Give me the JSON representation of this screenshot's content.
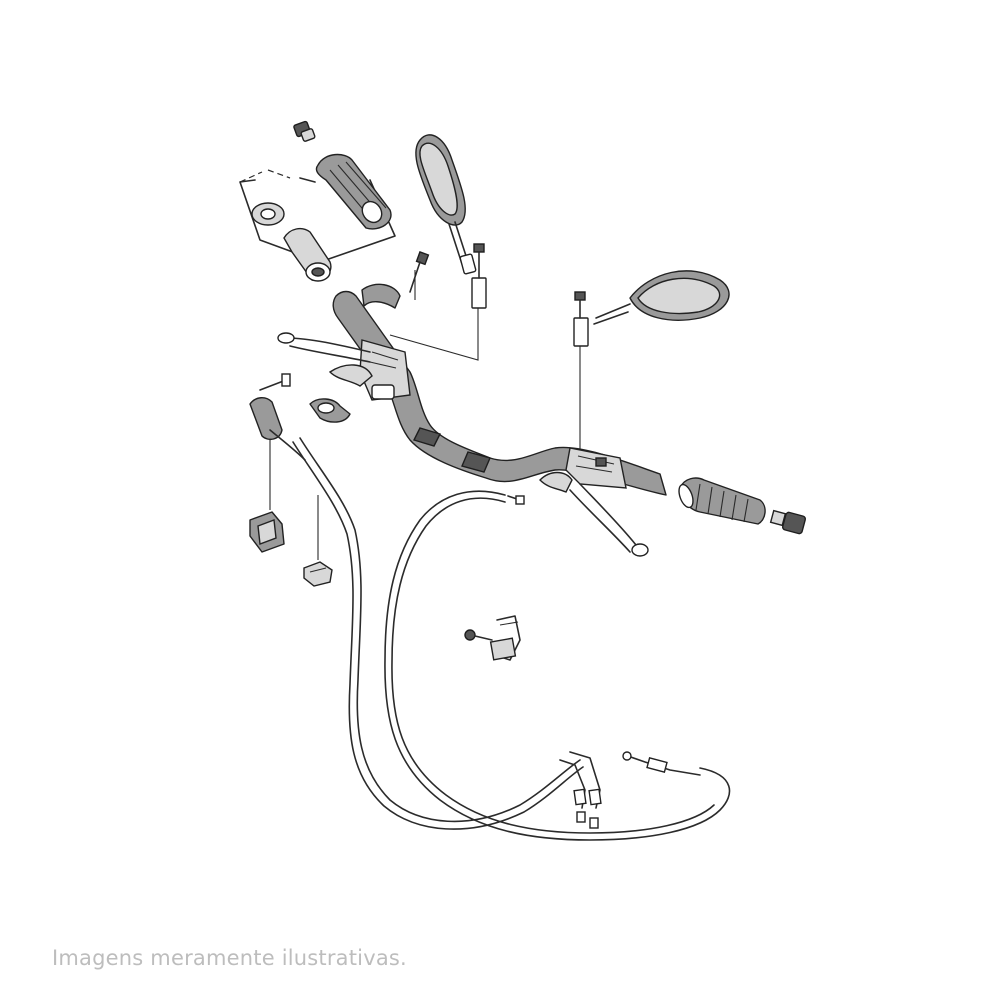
{
  "diagram": {
    "type": "exploded-parts-view",
    "subject": "handlebar-assembly",
    "colors": {
      "ink": "#2b2b2b",
      "part_fill": "#9a9a9a",
      "dark_fill": "#555555",
      "light_fill": "#d8d8d8",
      "disclaimer_text": "#bdbdbd"
    }
  },
  "footer": {
    "disclaimer": "Imagens meramente ilustrativas."
  }
}
